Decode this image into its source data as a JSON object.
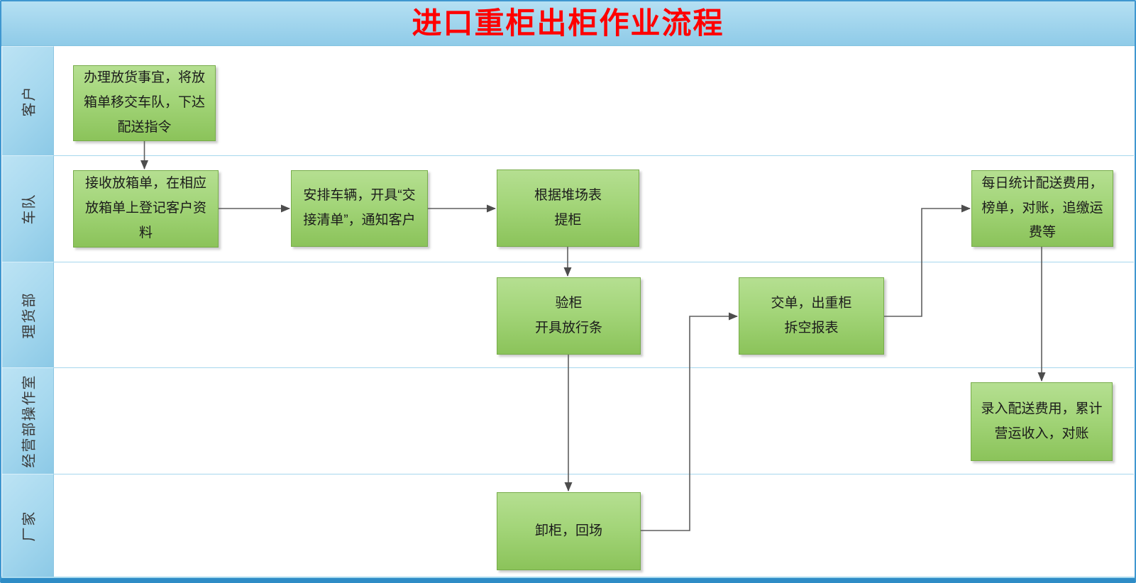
{
  "title": "进口重柜出柜作业流程",
  "colors": {
    "title_text": "#FF0000",
    "band_blue": "#A3D7EE",
    "label_column_blue": "#A4D7EE",
    "lane_divider": "#A6D7ED",
    "box_green_top": "#B5DF91",
    "box_green_bottom": "#8BC35A",
    "box_border_green": "#77AC4A",
    "connector_gray": "#5E5E5E",
    "frame_blue": "#3F97D0",
    "frame_bottom_blue": "#2E8CC6"
  },
  "lanes": [
    {
      "label": "客户"
    },
    {
      "label": "车队"
    },
    {
      "label": "理货部"
    },
    {
      "label": "经营部操作室"
    },
    {
      "label": "厂家"
    }
  ],
  "nodes": {
    "n1": {
      "lane": "客户",
      "lines": [
        "办理放货事宜，将放",
        "箱单移交车队，下达",
        "配送指令"
      ]
    },
    "n2": {
      "lane": "车队",
      "lines": [
        "接收放箱单，在相应",
        "放箱单上登记客户资",
        "料"
      ]
    },
    "n3": {
      "lane": "车队",
      "lines": [
        "安排车辆，开具“交",
        "接清单”，通知客户"
      ]
    },
    "n4": {
      "lane": "车队",
      "lines": [
        "根据堆场表",
        "提柜"
      ]
    },
    "n5": {
      "lane": "理货部",
      "lines": [
        "验柜",
        "开具放行条"
      ]
    },
    "n6": {
      "lane": "理货部",
      "lines": [
        "交单，出重柜",
        "拆空报表"
      ]
    },
    "n7": {
      "lane": "车队",
      "lines": [
        "每日统计配送费用，",
        "榜单，对账，追缴运",
        "费等"
      ]
    },
    "n8": {
      "lane": "经营部操作室",
      "lines": [
        "录入配送费用，累计",
        "营运收入，对账"
      ]
    },
    "n9": {
      "lane": "厂家",
      "lines": [
        "卸柜，回场"
      ]
    }
  },
  "flow_edges": [
    {
      "from": "n1",
      "to": "n2"
    },
    {
      "from": "n2",
      "to": "n3"
    },
    {
      "from": "n3",
      "to": "n4"
    },
    {
      "from": "n4",
      "to": "n5"
    },
    {
      "from": "n5",
      "to": "n9"
    },
    {
      "from": "n9",
      "to": "n6"
    },
    {
      "from": "n6",
      "to": "n7"
    },
    {
      "from": "n7",
      "to": "n8"
    }
  ]
}
